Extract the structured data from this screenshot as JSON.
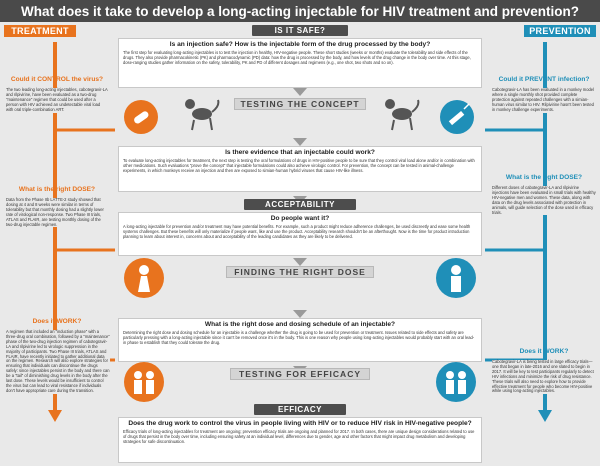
{
  "title": "What does it take to develop a long-acting injectable for HIV treatment and prevention?",
  "colors": {
    "orange": "#e8731e",
    "blue": "#1f8fb8",
    "dark": "#4a4a4a",
    "grey_arrow": "#9a9a9a"
  },
  "left": {
    "header": "TREATMENT",
    "q1": "Could it CONTROL the virus?",
    "t1": "The two leading long-acting injectables, cabotegravir-LA and rilpivirine, have been evaluated as a two-drug \"maintenance\" regimen that could be used after a person with HIV achieved an undetectable viral load with oral triple-combination ART.",
    "q2": "What is the right DOSE?",
    "t2": "Data from the Phase IIb LATTE-2 study showed that dosing at 4 and 8 weeks were similar in terms of tolerability but that monthly dosing had a slightly lower rate of virological non-response. Two Phase III trials, ATLAS and FLAIR, are testing monthly dosing of the two-drug injectable regimen.",
    "q3": "Does it WORK?",
    "t3": "A regimen that included an \"induction phase\" with a three-drug oral combination, followed by a \"maintenance\" phase of the two-drug injection regimen of cabotegravir-LA and rilpivirine led to virologic suppression in the majority of participants. Two Phase III trials, ATLAS and FLAIR, have recently initiated to gather additional data on the regimen. Research will also explore strategies for ensuring that individuals can discontinue the drugs safely: since injectables persist in the body and there can be a \"tail\" of diminishing drug levels in the body after the last dose. These levels would be insufficient to control the virus but can lead to viral resistance if individuals don't have appropriate care during the transition."
  },
  "right": {
    "header": "PREVENTION",
    "q1": "Could it PREVENT infection?",
    "t1": "Cabotegravir-LA has been evaluated in a monkey model where a single monthly shot provided complete protection against repeated challenges with a simian-human virus similar to HIV. Rilpivirine hasn't been tested in monkey challenge experiments.",
    "q2": "What is the right DOSE?",
    "t2": "Different doses of cabotegravir-LA and rilpivirine injections have been evaluated in small trials with healthy HIV-negative men and women. These data, along with data on the drug levels associated with protection in animals, will guide selection of the dose used in efficacy trials.",
    "q3": "Does it WORK?",
    "t3": "Cabotegravir-LA is being tested in large efficacy trials—one that began in late-2016 and one slated to begin in 2017. It will be key to test participants regularly to detect HIV infections and minimize the risk of drug resistance. These trials will also need to explore how to provide effective treatment for people who become HIV-positive while using long-acting injectables."
  },
  "center": {
    "safe_header": "IS IT SAFE?",
    "safe_q": "Is an injection safe? How is the injectable form of the drug processed by the body?",
    "safe_t": "The first step for evaluating long-acting injectables is to test the injection in healthy, HIV-negative people. These short studies (weeks or months) evaluate the tolerability and side effects of the drugs. They also provide pharmacokinetic (PK) and pharmacodynamic (PD) data: how the drug is processed by the body, and how levels of the drug change in the body over time. At this stage, dose-ranging studies gather information on the safety, tolerability, PK and PD of different dosages and regimens (e.g., one shot, two shots and so on).",
    "testing_concept": "TESTING THE CONCEPT",
    "concept_q": "Is there evidence that an injectable could work?",
    "concept_t": "To evaluate long-acting injectables for treatment, the next step is testing the oral formulations of drugs in HIV-positive people to be sure that they control viral load alone and/or in combination with other medications. Such evaluations \"prove the concept\" that injectable formulations could also achieve virologic control. For prevention, the concept can be tested in animal-challenge experiments, in which monkeys receive an injection and then are exposed to simian-human hybrid viruses that cause HIV-like illness.",
    "accept_header": "ACCEPTABILITY",
    "accept_q": "Do people want it?",
    "accept_t": "A long-acting injectable for prevention and/or treatment may have potential benefits. For example, such a product might reduce adherence challenges, be used discreetly and ease some health systems challenges. But these benefits will only materialize if people want, like and use the product. Acceptability research shouldn't be an afterthought. Now is the time for product introduction planning to learn about interest in, concerns about and acceptability of the leading candidates as they are likely to be delivered.",
    "finding_dose": "FINDING THE RIGHT DOSE",
    "dose_q": "What is the right dose and dosing schedule of an injectable?",
    "dose_t": "Determining the right dose and dosing schedule for an injectable is a challenge whether the drug is going to be used for prevention or treatment. Issues related to side effects and safety are particularly pressing with a long-acting injectable since it can't be removed once it's in the body. This is one reason why people using long-acting injectables would probably start with an oral lead-in phase to establish that they could tolerate the drug.",
    "testing_efficacy": "TESTING FOR EFFICACY",
    "efficacy_header": "EFFICACY",
    "efficacy_q": "Does the drug work to control the virus in people living with HIV or to reduce HIV risk in HIV-negative people?",
    "efficacy_t": "Efficacy trials of long-acting injectables for treatment are ongoing; prevention efficacy trials are ongoing and planned for 2017. In both cases, there are unique design considerations related to use of drugs that persist in the body over time, including ensuring safety at an individual level, differences due to gender, age and other factors that might impact drug metabolism and developing strategies for safe discontinuation."
  }
}
